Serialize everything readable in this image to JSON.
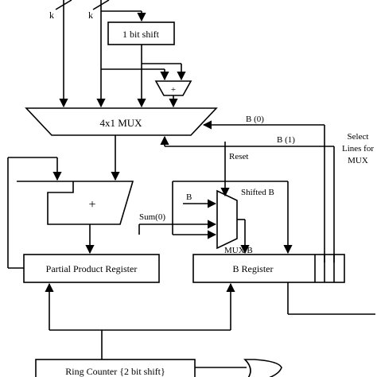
{
  "diagram": {
    "inputs": {
      "k_left": "k",
      "k_right": "k"
    },
    "shifter": {
      "label": "1 bit shift"
    },
    "small_adder": {
      "symbol": "+"
    },
    "mux4": {
      "label": "4x1 MUX"
    },
    "adder": {
      "symbol": "+"
    },
    "signals": {
      "b0": "B (0)",
      "b1": "B (1)",
      "select": [
        "Select",
        "Lines for",
        "MUX"
      ],
      "reset": "Reset",
      "b_in": "B",
      "shifted_b": "Shifted B",
      "sum0": "Sum(0)"
    },
    "mux_b": {
      "label": "MUX B"
    },
    "partial_product_register": {
      "label": "Partial Product Register"
    },
    "b_register": {
      "label": "B Register"
    },
    "ring_counter": {
      "label": "Ring Counter {2 bit shift}"
    }
  }
}
